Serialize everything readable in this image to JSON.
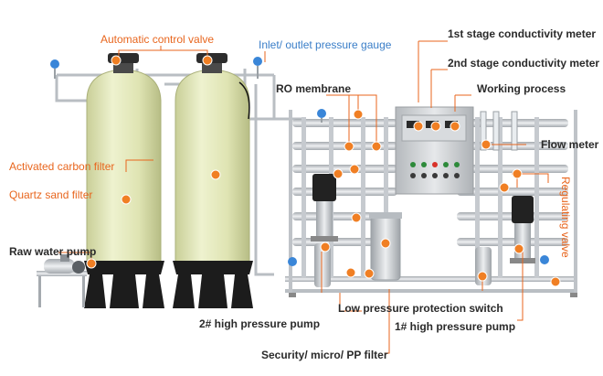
{
  "colors": {
    "label_orange": "#e8661e",
    "label_dark": "#2a2a2a",
    "label_blue": "#3a7ec8",
    "tank": "#e6ebc0",
    "steel": "#c3c7cc",
    "base": "#1c1c1c",
    "pump_black": "#222222",
    "gauge_blue": "#3a86d8",
    "marker": "#f07f24"
  },
  "labels": {
    "automatic_control_valve": "Automatic control valve",
    "inlet_outlet_pressure_gauge": "Inlet/ outlet pressure gauge",
    "ro_membrane": "RO membrane",
    "first_stage_conductivity_meter": "1st stage conductivity meter",
    "second_stage_conductivity_meter": "2nd stage conductivity meter",
    "working_process": "Working process",
    "flow_meter": "Flow meter",
    "activated_carbon_filter": "Activated carbon filter",
    "quartz_sand_filter": "Quartz sand filter",
    "regulating_valve": "Regulating valve",
    "raw_water_pump": "Raw water pump",
    "low_pressure_protection_switch": "Low pressure protection switch",
    "second_high_pressure_pump": "2# high pressure pump",
    "first_high_pressure_pump": "1# high pressure pump",
    "security_micro_pp_filter": "Security/ micro/ PP filter"
  }
}
